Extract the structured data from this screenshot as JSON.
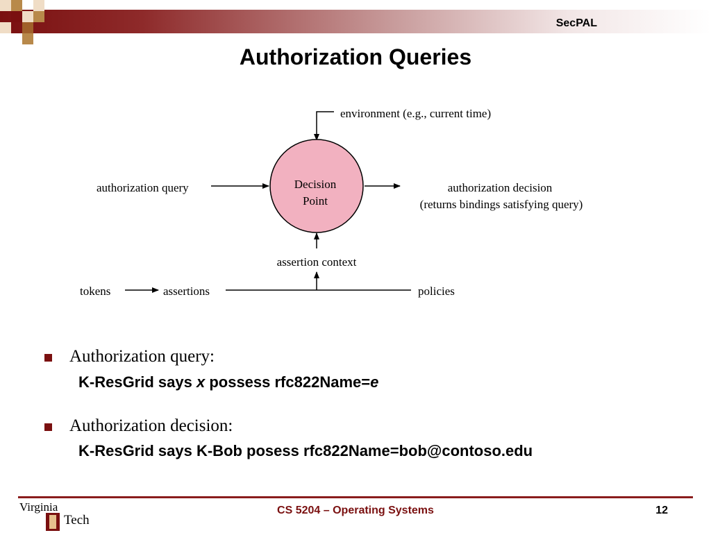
{
  "header": {
    "section": "SecPAL",
    "title": "Authorization Queries"
  },
  "diagram": {
    "decision_point": [
      "Decision",
      "Point"
    ],
    "environment": "environment (e.g., current time)",
    "authorization_query": "authorization query",
    "authorization_decision": [
      "authorization decision",
      "(returns bindings satisfying query)"
    ],
    "assertion_context": "assertion context",
    "tokens": "tokens",
    "assertions": "assertions",
    "policies": "policies",
    "circle_fill": "#f2b1c0"
  },
  "bullets": [
    {
      "label": "Authorization query:",
      "code": {
        "pre": "K-ResGrid says ",
        "var1": "x",
        "mid": " possess rfc822Name=",
        "var2": "e"
      }
    },
    {
      "label": "Authorization decision:",
      "code": "K-ResGrid says K-Bob posess rfc822Name=bob@contoso.edu"
    }
  ],
  "footer": {
    "logo_text": [
      "Virginia",
      "Tech"
    ],
    "course": "CS 5204 – Operating Systems",
    "page": "12"
  },
  "colors": {
    "accent": "#7a1010",
    "bullet": "#7a1010"
  }
}
